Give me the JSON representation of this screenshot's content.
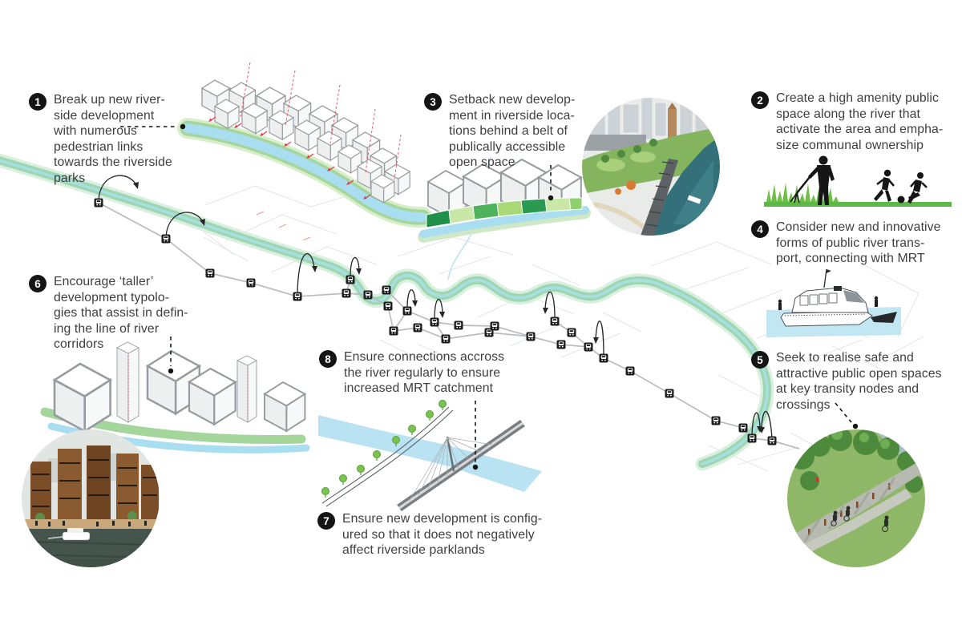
{
  "title": "River corridor urban design principles diagram",
  "badge_color": "#141414",
  "text_color": "#3e3e3e",
  "annotations": [
    {
      "num": "1",
      "lines": [
        "Break up new river-",
        "side development",
        "with numerous",
        "pedestrian links",
        "towards the riverside",
        "parks"
      ]
    },
    {
      "num": "2",
      "lines": [
        "Create a high amenity public",
        "space along the river that",
        "activate the area and empha-",
        "size communal ownership"
      ]
    },
    {
      "num": "3",
      "lines": [
        "Setback new develop-",
        "ment in riverside loca-",
        "tions behind a belt of",
        "publically accessible",
        "open space"
      ]
    },
    {
      "num": "4",
      "lines": [
        "Consider new and innovative",
        "forms of public river trans-",
        "port, connecting with MRT"
      ]
    },
    {
      "num": "5",
      "lines": [
        "Seek to realise safe and",
        "attractive public open spaces",
        "at key transity nodes and",
        "crossings"
      ]
    },
    {
      "num": "6",
      "lines": [
        "Encourage ‘taller’",
        "development typolo-",
        "gies that assist in defin-",
        "ing the line of river",
        "corridors"
      ]
    },
    {
      "num": "7",
      "lines": [
        "Ensure new development is config-",
        "ured so that it does not negatively",
        "affect riverside parklands"
      ]
    },
    {
      "num": "8",
      "lines": [
        "Ensure connections accross",
        "the river regularly to ensure",
        "increased MRT catchment"
      ]
    }
  ],
  "map": {
    "corridor_green": "#9dd7b2",
    "river_teal": "#a9dfe3",
    "illustration_water_blue": "#b9e3f2",
    "bank_green": "#a4d69c",
    "highlight_red": "#e23b4e",
    "grass_green": "#5cb847",
    "mrt_line_gray": "#b9bdc1",
    "station_icon": "mrt-station-icon"
  }
}
